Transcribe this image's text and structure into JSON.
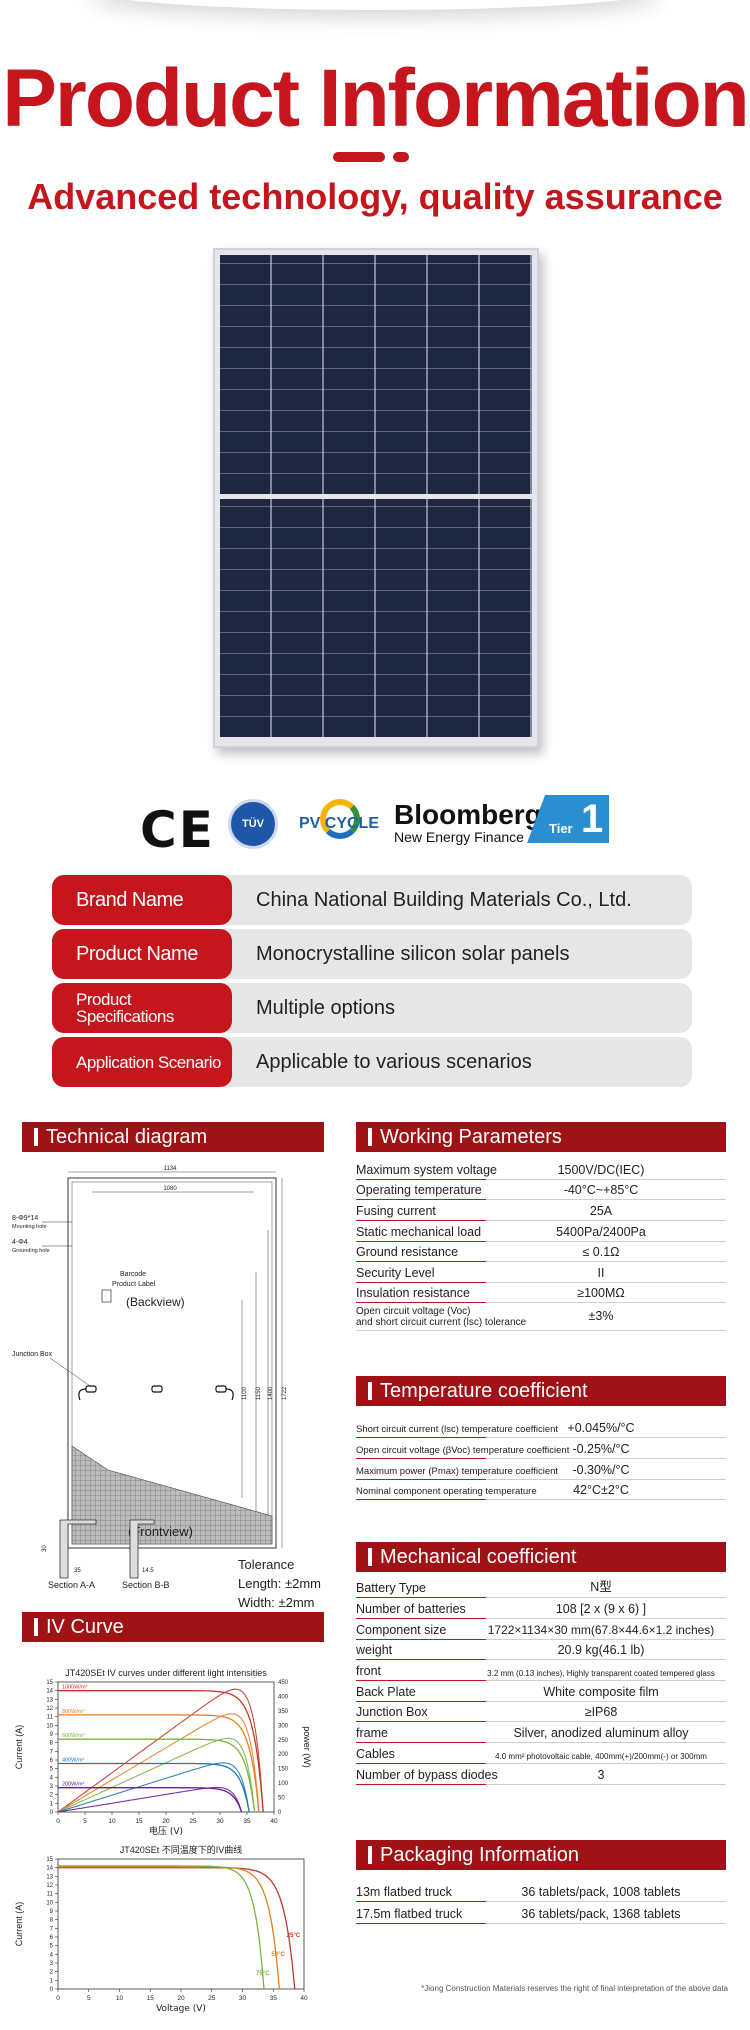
{
  "hero": {
    "title": "Product Information",
    "subtitle": "Advanced technology, quality assurance"
  },
  "logos": {
    "ce": "CE",
    "tuv": "TÜV SÜD",
    "pv_cycle": "PV CYCLE",
    "bloomberg": "Bloomberg",
    "bloomberg_sub": "New Energy Finance",
    "tier": "Tier",
    "tier_num": "1"
  },
  "info": [
    {
      "label": "Brand Name",
      "value": "China National Building Materials Co., Ltd."
    },
    {
      "label": "Product Name",
      "value": "Monocrystalline silicon solar panels"
    },
    {
      "label": "Product Specifications",
      "value": "Multiple options"
    },
    {
      "label": "Application Scenario",
      "value": "Applicable to various scenarios"
    }
  ],
  "sections": {
    "technical": "Technical diagram",
    "working": "Working Parameters",
    "temperature": "Temperature coefficient",
    "mechanical": "Mechanical coefficient",
    "iv": "IV Curve",
    "packaging": "Packaging Information"
  },
  "working_params": [
    {
      "k": "Maximum system voltage",
      "v": "1500V/DC(IEC)"
    },
    {
      "k": "Operating temperature",
      "v": "-40°C~+85°C"
    },
    {
      "k": "Fusing current",
      "v": "25A"
    },
    {
      "k": "Static mechanical load",
      "v": "5400Pa/2400Pa"
    },
    {
      "k": "Ground resistance",
      "v": "≤ 0.1Ω"
    },
    {
      "k": "Security Level",
      "v": "II"
    },
    {
      "k": "Insulation resistance",
      "v": "≥100MΩ"
    },
    {
      "k": "Open circuit voltage (Voc)",
      "k2": "and short circuit current (lsc) tolerance",
      "v": "±3%"
    }
  ],
  "temp_coeff": [
    {
      "k": "Short circuit current (lsc) temperature coefficient",
      "v": "+0.045%/°C"
    },
    {
      "k": "Open circuit voltage (βVoc) temperature coefficient",
      "v": "-0.25%/°C"
    },
    {
      "k": "Maximum power (Pmax) temperature coefficient",
      "v": "-0.30%/°C"
    },
    {
      "k": "Nominal component operating temperature",
      "v": "42°C±2°C"
    }
  ],
  "mech_coeff": [
    {
      "k": "Battery Type",
      "v": "N型"
    },
    {
      "k": "Number of batteries",
      "v": "108 [2 x (9 x 6) ]"
    },
    {
      "k": "Component size",
      "v": "1722×1134×30 mm(67.8×44.6×1.2 inches)"
    },
    {
      "k": "weight",
      "v": "20.9 kg(46.1 lb)"
    },
    {
      "k": "front",
      "v": "3.2 mm (0.13 inches), Highly transparent coated tempered glass"
    },
    {
      "k": "Back Plate",
      "v": "White composite film"
    },
    {
      "k": "Junction Box",
      "v": "≥IP68"
    },
    {
      "k": "frame",
      "v": "Silver, anodized aluminum alloy"
    },
    {
      "k": "Cables",
      "v": "4.0 mm² photovoltaic cable, 400mm(+)/200mm(-) or 300mm"
    },
    {
      "k": "Number of bypass diodes",
      "v": "3"
    }
  ],
  "packaging": [
    {
      "k": "13m flatbed truck",
      "v": "36 tablets/pack, 1008 tablets"
    },
    {
      "k": "17.5m flatbed truck",
      "v": "36 tablets/pack, 1368 tablets"
    }
  ],
  "diagram": {
    "dim_top": "1134",
    "dim_inner": "1080",
    "mounting": "8-Φ9*14",
    "mounting_sub": "Mounting hole",
    "grounding": "4-Φ4",
    "grounding_sub": "Grounding hole",
    "barcode": "Barcode",
    "product_label": "Product Label",
    "backview": "(Backview)",
    "junction": "Junction Box",
    "frontview": "(Frontview)",
    "dim_1": "1100",
    "dim_2": "1150",
    "dim_3": "1400",
    "dim_4": "1722",
    "section_a": "Section A-A",
    "section_b": "Section B-B",
    "sec_a_w": "35",
    "sec_b_w": "14.5",
    "sec_h": "30",
    "tolerance": "Tolerance",
    "length": "Length: ±2mm",
    "width": "Width: ±2mm"
  },
  "chart_data": [
    {
      "type": "line",
      "title": "JT420SEt IV curves under different light intensities",
      "xlabel": "电压 (V)",
      "ylabel": "Current (A)",
      "y2label": "power (W)",
      "xlim": [
        0,
        40
      ],
      "ylim": [
        0,
        15
      ],
      "y2lim": [
        0,
        450
      ],
      "xticks": [
        0,
        5,
        10,
        15,
        20,
        25,
        30,
        35,
        40
      ],
      "yticks": [
        0,
        1,
        2,
        3,
        4,
        5,
        6,
        7,
        8,
        9,
        10,
        11,
        12,
        13,
        14,
        15
      ],
      "y2ticks": [
        0,
        50,
        100,
        150,
        200,
        250,
        300,
        350,
        400,
        450
      ],
      "series": [
        {
          "name": "1000W/m²",
          "isc": 14.0,
          "voc": 38.0,
          "pmax": 425,
          "color": "#c0392b"
        },
        {
          "name": "800W/m²",
          "isc": 11.2,
          "voc": 37.2,
          "pmax": 340,
          "color": "#e67e22"
        },
        {
          "name": "600W/m²",
          "isc": 8.4,
          "voc": 36.4,
          "pmax": 255,
          "color": "#7cb342"
        },
        {
          "name": "400W/m²",
          "isc": 5.6,
          "voc": 35.4,
          "pmax": 170,
          "color": "#1f77b4"
        },
        {
          "name": "200W/m²",
          "isc": 2.8,
          "voc": 34.0,
          "pmax": 85,
          "color": "#6a1b9a"
        }
      ]
    },
    {
      "type": "line",
      "title": "JT420SEt 不同温度下的IV曲线",
      "xlabel": "Voltage (V)",
      "ylabel": "Current (A)",
      "xlim": [
        0,
        40
      ],
      "ylim": [
        0,
        15
      ],
      "xticks": [
        0,
        5,
        10,
        15,
        20,
        25,
        30,
        35,
        40
      ],
      "yticks": [
        0,
        1,
        2,
        3,
        4,
        5,
        6,
        7,
        8,
        9,
        10,
        11,
        12,
        13,
        14,
        15
      ],
      "series": [
        {
          "name": "25°C",
          "isc": 14.0,
          "voc": 38.5,
          "color": "#c0392b"
        },
        {
          "name": "50°C",
          "isc": 14.1,
          "voc": 36.0,
          "color": "#e67e22"
        },
        {
          "name": "75°C",
          "isc": 14.2,
          "voc": 33.5,
          "color": "#7cb342"
        }
      ]
    }
  ],
  "footnote": "*Jiong Construction Materials reserves the right of final interpretation of the above data"
}
